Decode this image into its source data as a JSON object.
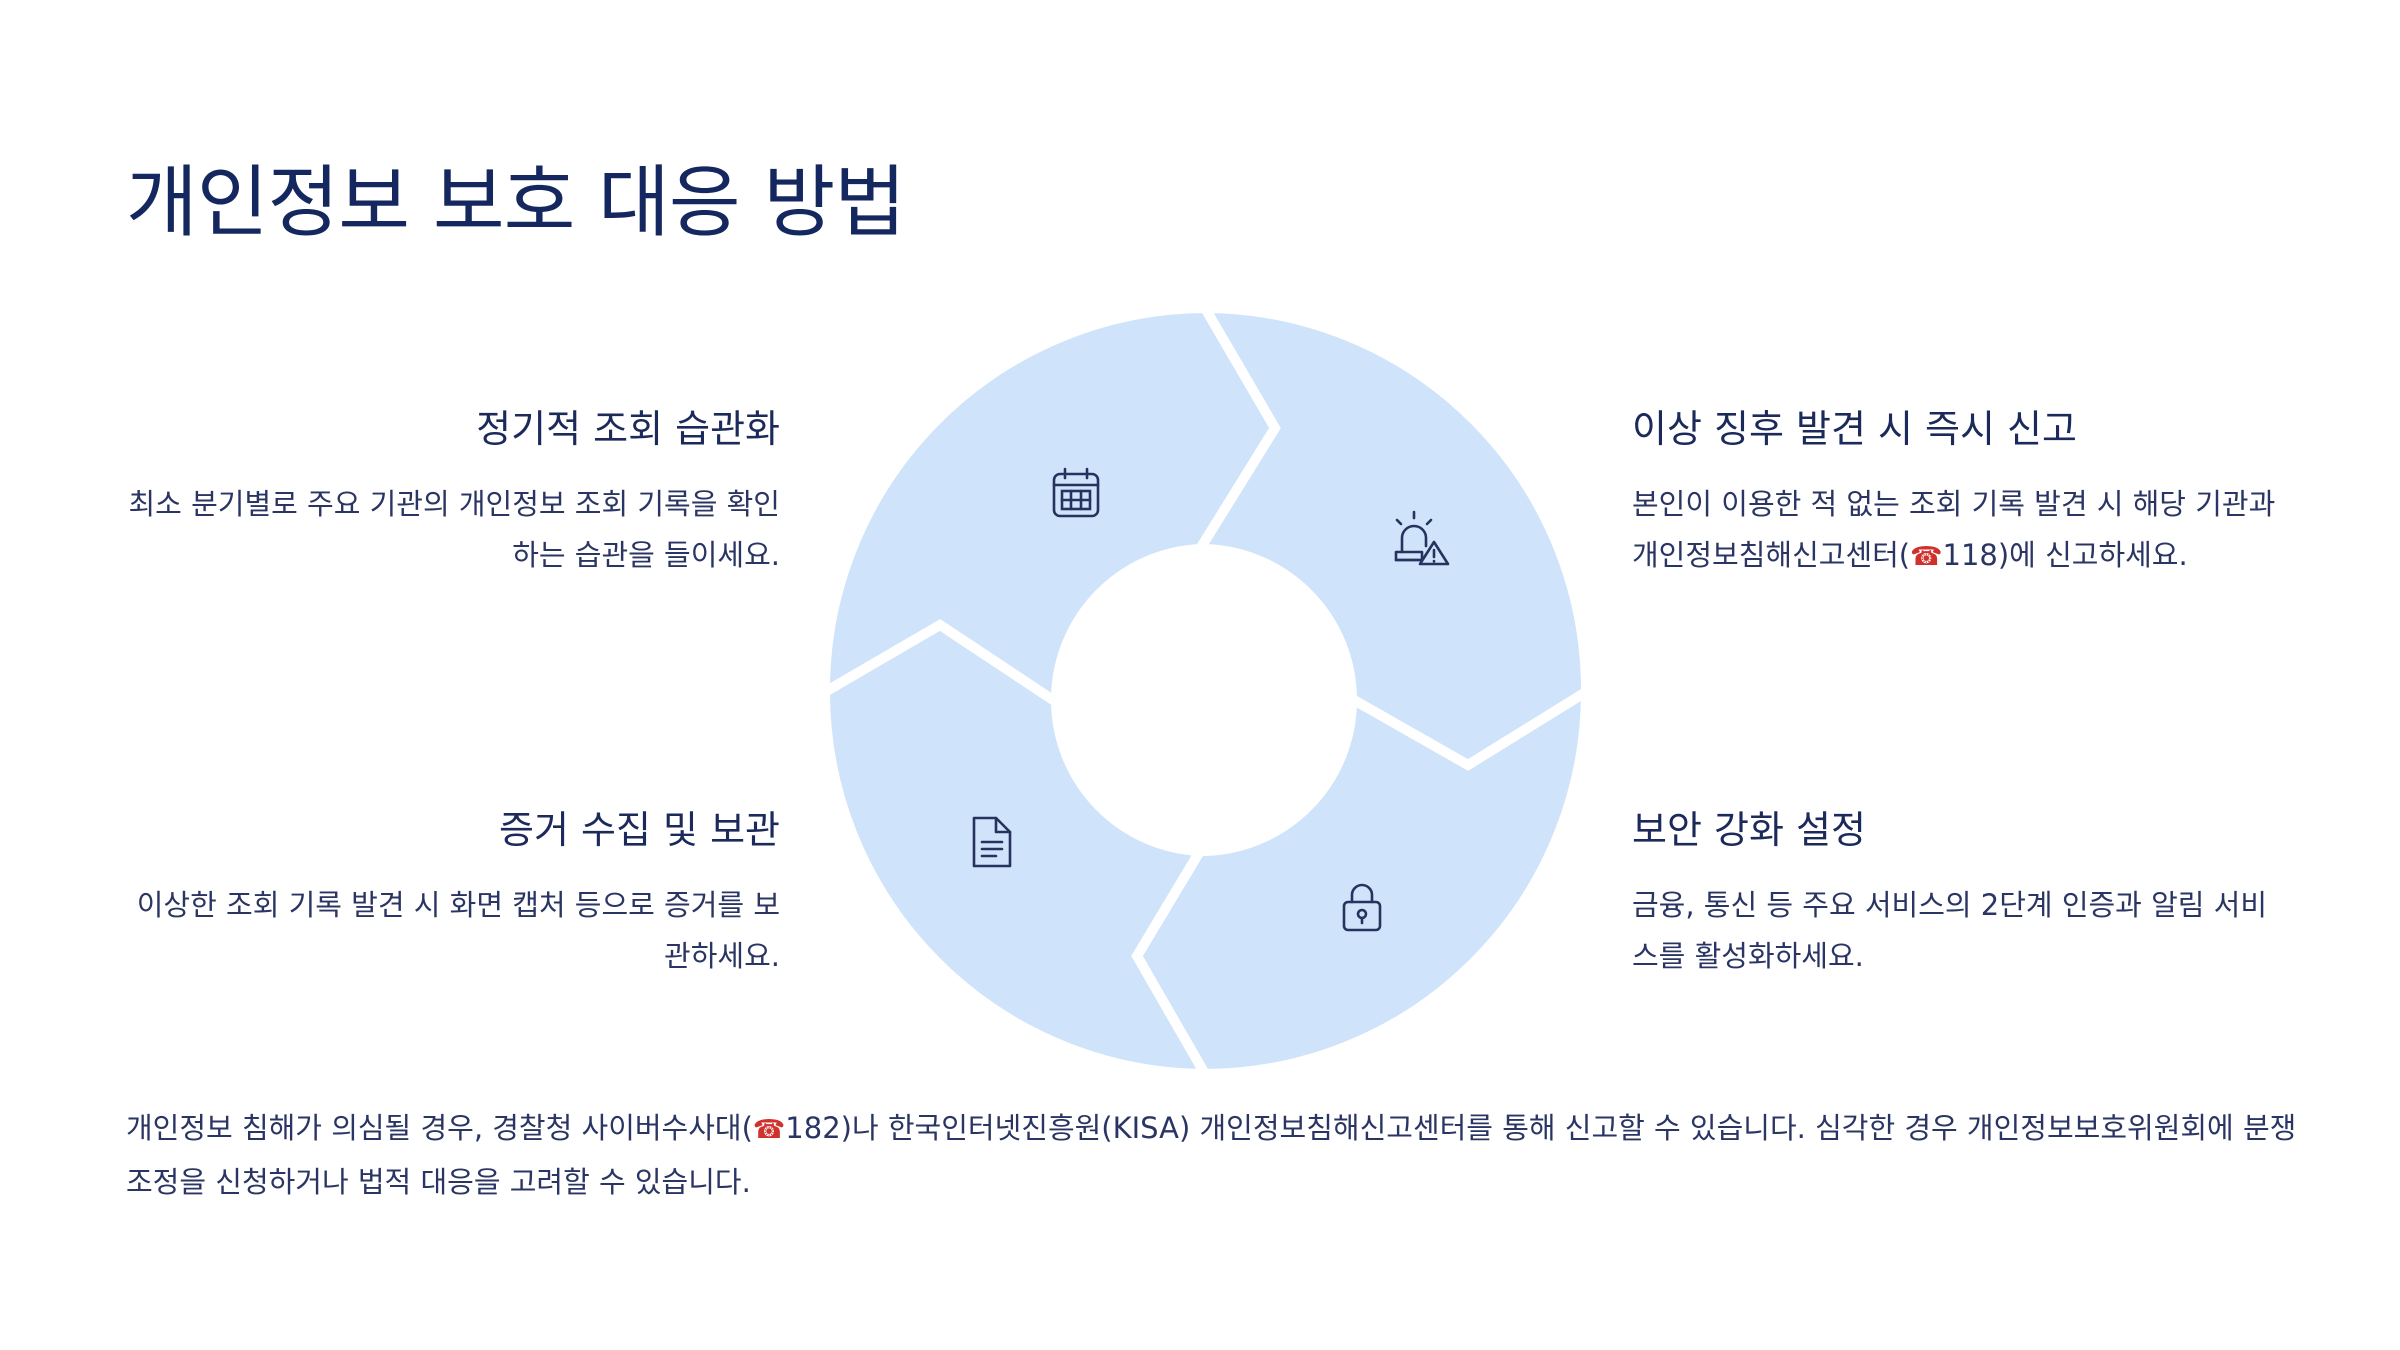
{
  "title": "개인정보 보호 대응 방법",
  "steps": [
    {
      "title": "정기적 조회 습관화",
      "desc": "최소 분기별로 주요 기관의 개인정보 조회 기록을 확인하는 습관을 들이세요.",
      "icon": "calendar-icon"
    },
    {
      "title": "이상 징후 발견 시 즉시 신고",
      "desc_before": "본인이 이용한 적 없는 조회 기록 발견 시 해당 기관과 개인정보침해신고센터(",
      "desc_phone": "☎",
      "desc_after": "118)에 신고하세요.",
      "icon": "alarm-alert-icon"
    },
    {
      "title": "보안 강화 설정",
      "desc": "금융, 통신 등 주요 서비스의 2단계 인증과 알림 서비스를 활성화하세요.",
      "icon": "lock-icon"
    },
    {
      "title": "증거 수집 및 보관",
      "desc": "이상한 조회 기록 발견 시 화면 캡처 등으로 증거를 보관하세요.",
      "icon": "document-icon"
    }
  ],
  "note": {
    "before": "개인정보 침해가 의심될 경우, 경찰청 사이버수사대(",
    "phone": "☎",
    "after": "182)나 한국인터넷진흥원(KISA) 개인정보침해신고센터를 통해 신고할 수 있습니다. 심각한 경우 개인정보보호위원회에 분쟁조정을 신청하거나 법적 대응을 고려할 수 있습니다."
  },
  "colors": {
    "segment": "#cfe3fb",
    "icon": "#26335f",
    "title": "#14275e"
  }
}
